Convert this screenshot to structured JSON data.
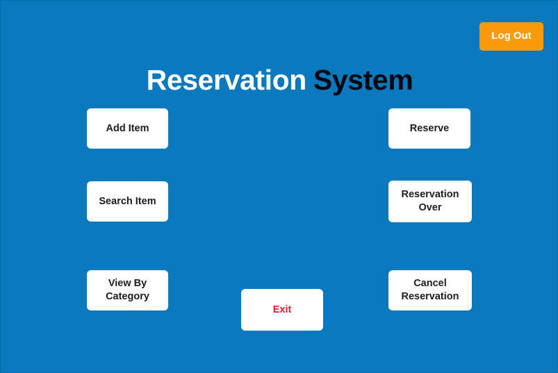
{
  "window": {
    "background_color": "#0B79BE",
    "border_color": "#0A6FAF"
  },
  "header": {
    "title_primary": "Reservation",
    "title_secondary": "System",
    "title_primary_color": "#FFFFFF",
    "title_secondary_color": "#05080F",
    "logout_label": "Log Out",
    "logout_bg_color": "#F99B0C",
    "logout_text_color": "#FFFFFF"
  },
  "menu": {
    "left_column": [
      {
        "label": "Add Item",
        "line1": "Add Item",
        "line2": ""
      },
      {
        "label": "Search Item",
        "line1": "Search Item",
        "line2": ""
      },
      {
        "label": "View By Category",
        "line1": "View By",
        "line2": "Category"
      }
    ],
    "right_column": [
      {
        "label": "Reserve",
        "line1": "Reserve",
        "line2": ""
      },
      {
        "label": "Reservation Over",
        "line1": "Reservation",
        "line2": "Over"
      },
      {
        "label": "Cancel Reservation",
        "line1": "Cancel",
        "line2": "Reservation"
      }
    ],
    "center": [
      {
        "label": "Exit",
        "line1": "Exit",
        "line2": "",
        "text_color": "#E8192C"
      }
    ],
    "button_bg_color": "#FFFFFF",
    "button_text_color": "#1C1C1C"
  }
}
